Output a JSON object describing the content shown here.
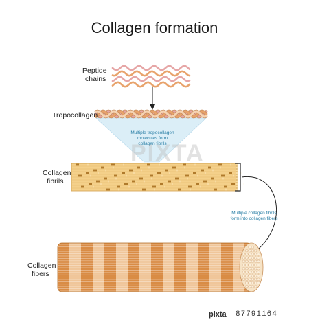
{
  "title": "Collagen formation",
  "labels": {
    "peptide": [
      "Peptide",
      "chains"
    ],
    "tropocollagen": "Tropocollagen",
    "fibrils": [
      "Collagen",
      "fibrils"
    ],
    "fibers": [
      "Collagen",
      "fibers"
    ]
  },
  "notes": {
    "tropo_note": [
      "Multiple tropocollagen",
      "molecules form",
      "collagen fibrils"
    ],
    "fibril_note": [
      "Multiple collagen fibrils",
      "form into collagen fibers"
    ]
  },
  "watermark": "PIXTA",
  "footer": {
    "logo": "pixta",
    "id": "87791164"
  },
  "colors": {
    "chain_orange": "#e8a36c",
    "chain_pink": "#e6a6a6",
    "fibril_yellow": "#f4d08a",
    "fibril_dark": "#b07a2c",
    "fiber_orange": "#d98c45",
    "fiber_light": "#f0c69a",
    "note_blue": "#2a7fa6",
    "cone_blue": "#dbeef7"
  }
}
